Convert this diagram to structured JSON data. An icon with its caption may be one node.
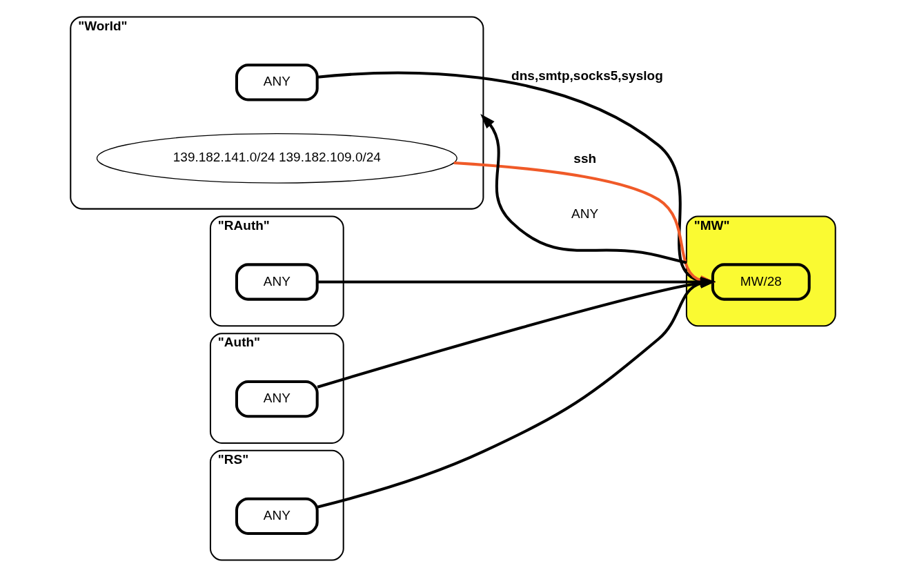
{
  "diagram": {
    "nodes": [
      {
        "text": [
          "\"World\""
        ]
      },
      {
        "text": [
          "ANY"
        ],
        "in": 0
      },
      {
        "text": [
          "139.182.141.0/24 139.182.109.0/24"
        ],
        "in": 0
      },
      {
        "text": [
          "\"RAuth\""
        ]
      },
      {
        "text": [
          "ANY"
        ],
        "in": 3
      },
      {
        "text": [
          "\"Auth\""
        ]
      },
      {
        "text": [
          "ANY"
        ],
        "in": 5
      },
      {
        "text": [
          "\"RS\""
        ]
      },
      {
        "text": [
          "ANY"
        ],
        "in": 7
      },
      {
        "text": [
          "\"MW\""
        ]
      },
      {
        "text": [
          "MW/28"
        ],
        "in": 9
      }
    ],
    "edges": [
      {
        "from": 1,
        "to": 10,
        "arrow": "to",
        "label": "dns,smtp,socks5,syslog"
      },
      {
        "from": 4,
        "to": 10,
        "arrow": "to"
      },
      {
        "from": 6,
        "to": 10,
        "arrow": "to"
      },
      {
        "from": 8,
        "to": 10,
        "arrow": "to"
      },
      {
        "from": 2,
        "to": 10,
        "arrow": "to",
        "color": "#f05a28",
        "label": "ssh"
      },
      {
        "from": 9,
        "to": 0,
        "arrow": "to",
        "label": "ANY"
      }
    ]
  }
}
